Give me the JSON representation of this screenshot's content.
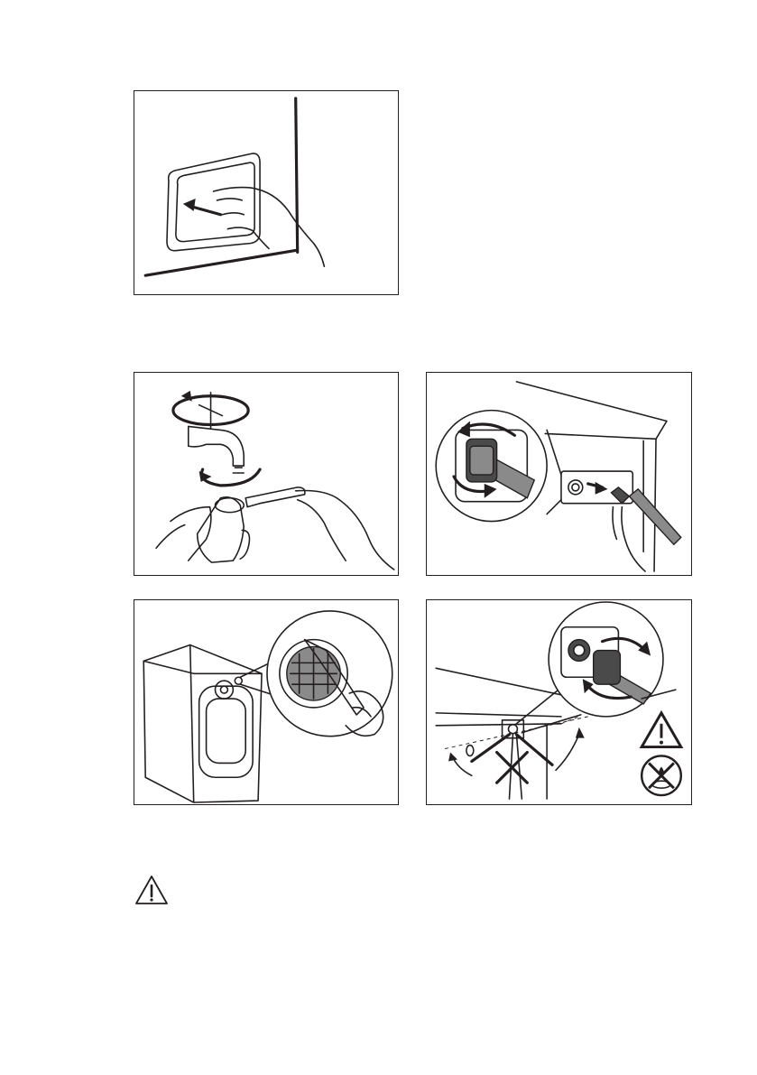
{
  "page": {
    "figures": [
      {
        "id": "pull-out-detergent-drawer",
        "icon": "hand-pull-drawer-icon"
      },
      {
        "id": "clean-tap-and-hose-filter",
        "icon": "tap-brush-icon"
      },
      {
        "id": "unscrew-inlet-hose",
        "icon": "inlet-hose-unscrew-icon"
      },
      {
        "id": "clean-inlet-valve-filter",
        "icon": "valve-filter-brush-icon"
      },
      {
        "id": "reconnect-inlet-hose",
        "icon": "inlet-hose-reconnect-icon"
      }
    ],
    "warning_icon": "warning-triangle-icon",
    "accent_colors": {
      "line": "#231f20",
      "hose_grey": "#8a8a8a",
      "dark_grey": "#4a4a4a"
    }
  }
}
